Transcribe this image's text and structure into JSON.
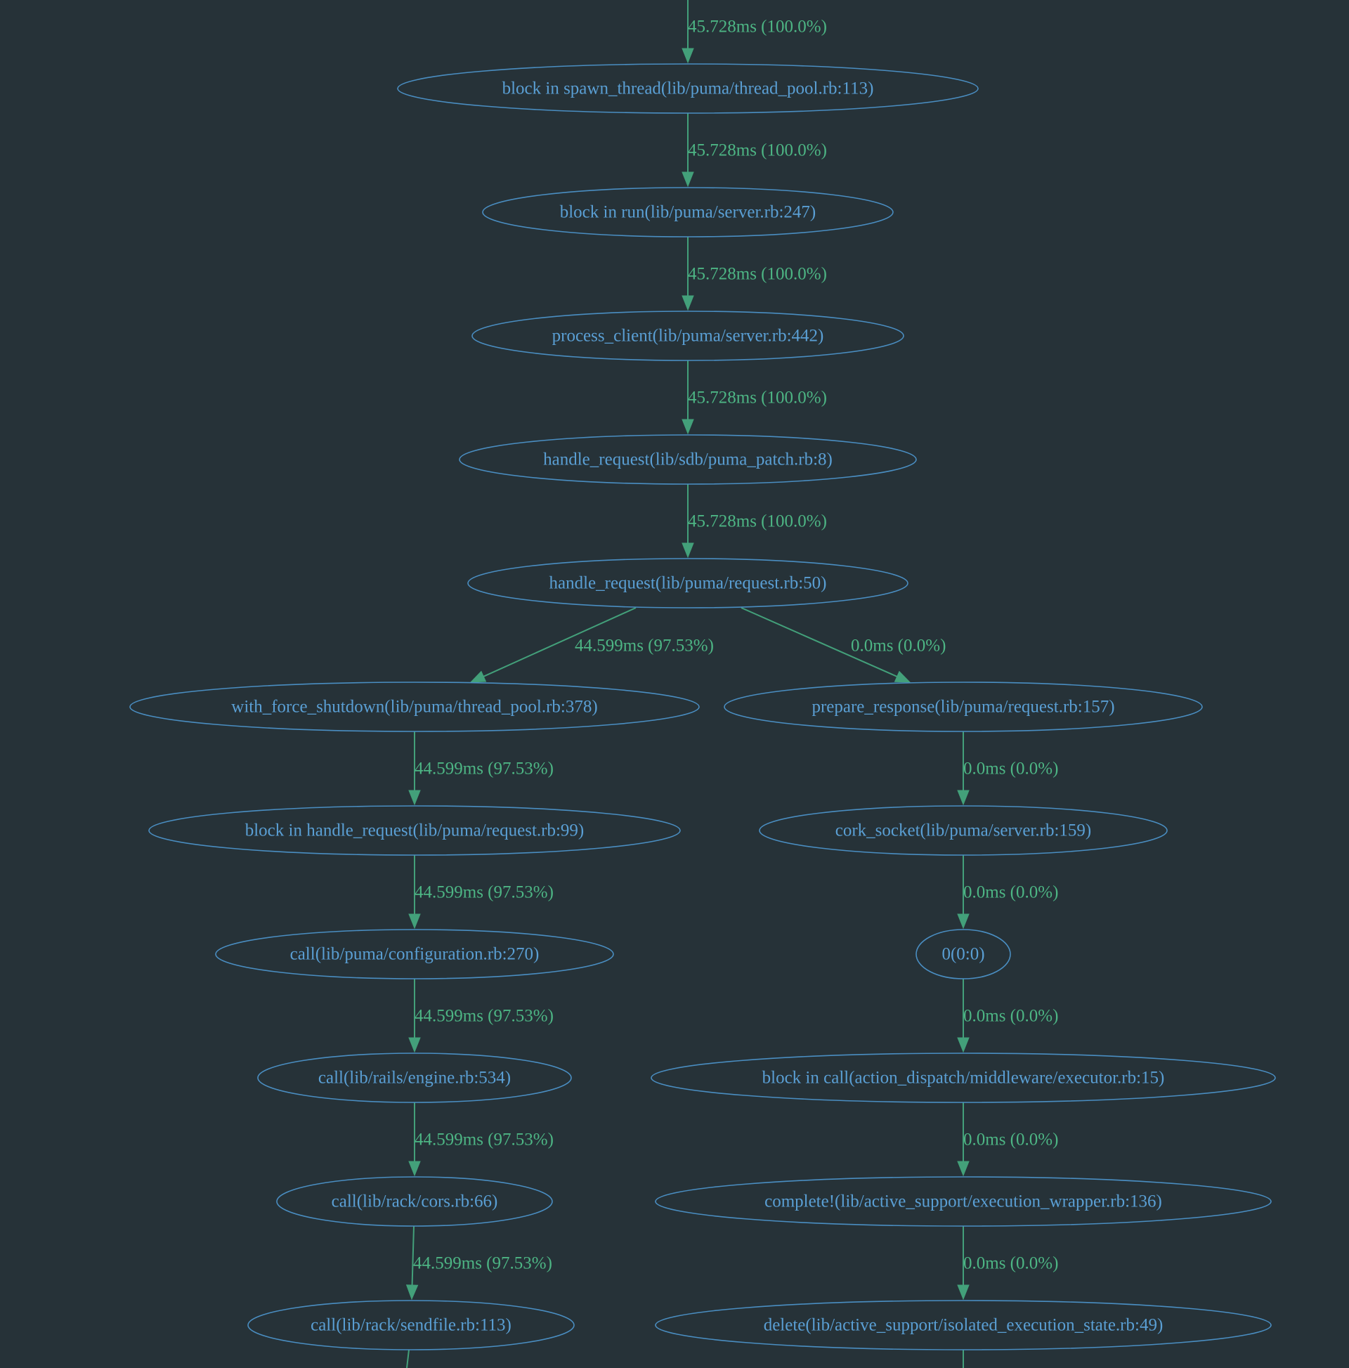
{
  "theme": {
    "background": "#263238",
    "node_color": "#4a8ec2",
    "edge_color": "#43a07a"
  },
  "nodes": [
    {
      "id": "n1",
      "label": "block in spawn_thread(lib/puma/thread_pool.rb:113)"
    },
    {
      "id": "n2",
      "label": "block in run(lib/puma/server.rb:247)"
    },
    {
      "id": "n3",
      "label": "process_client(lib/puma/server.rb:442)"
    },
    {
      "id": "n4",
      "label": "handle_request(lib/sdb/puma_patch.rb:8)"
    },
    {
      "id": "n5",
      "label": "handle_request(lib/puma/request.rb:50)"
    },
    {
      "id": "n6",
      "label": "with_force_shutdown(lib/puma/thread_pool.rb:378)"
    },
    {
      "id": "n7",
      "label": "prepare_response(lib/puma/request.rb:157)"
    },
    {
      "id": "n8",
      "label": "block in handle_request(lib/puma/request.rb:99)"
    },
    {
      "id": "n9",
      "label": "cork_socket(lib/puma/server.rb:159)"
    },
    {
      "id": "n10",
      "label": "call(lib/puma/configuration.rb:270)"
    },
    {
      "id": "n11",
      "label": "0(0:0)"
    },
    {
      "id": "n12",
      "label": "call(lib/rails/engine.rb:534)"
    },
    {
      "id": "n13",
      "label": "block in call(action_dispatch/middleware/executor.rb:15)"
    },
    {
      "id": "n14",
      "label": "call(lib/rack/cors.rb:66)"
    },
    {
      "id": "n15",
      "label": "complete!(lib/active_support/execution_wrapper.rb:136)"
    },
    {
      "id": "n16",
      "label": "call(lib/rack/sendfile.rb:113)"
    },
    {
      "id": "n17",
      "label": "delete(lib/active_support/isolated_execution_state.rb:49)"
    }
  ],
  "edges": [
    {
      "id": "e0",
      "from": null,
      "to": "n1",
      "label": "45.728ms (100.0%)"
    },
    {
      "id": "e1",
      "from": "n1",
      "to": "n2",
      "label": "45.728ms (100.0%)"
    },
    {
      "id": "e2",
      "from": "n2",
      "to": "n3",
      "label": "45.728ms (100.0%)"
    },
    {
      "id": "e3",
      "from": "n3",
      "to": "n4",
      "label": "45.728ms (100.0%)"
    },
    {
      "id": "e4",
      "from": "n4",
      "to": "n5",
      "label": "45.728ms (100.0%)"
    },
    {
      "id": "e5",
      "from": "n5",
      "to": "n6",
      "label": "44.599ms (97.53%)"
    },
    {
      "id": "e6",
      "from": "n5",
      "to": "n7",
      "label": "0.0ms (0.0%)"
    },
    {
      "id": "e7",
      "from": "n6",
      "to": "n8",
      "label": "44.599ms (97.53%)"
    },
    {
      "id": "e8",
      "from": "n7",
      "to": "n9",
      "label": "0.0ms (0.0%)"
    },
    {
      "id": "e9",
      "from": "n8",
      "to": "n10",
      "label": "44.599ms (97.53%)"
    },
    {
      "id": "e10",
      "from": "n9",
      "to": "n11",
      "label": "0.0ms (0.0%)"
    },
    {
      "id": "e11",
      "from": "n10",
      "to": "n12",
      "label": "44.599ms (97.53%)"
    },
    {
      "id": "e12",
      "from": "n11",
      "to": "n13",
      "label": "0.0ms (0.0%)"
    },
    {
      "id": "e13",
      "from": "n12",
      "to": "n14",
      "label": "44.599ms (97.53%)"
    },
    {
      "id": "e14",
      "from": "n13",
      "to": "n15",
      "label": "0.0ms (0.0%)"
    },
    {
      "id": "e15",
      "from": "n14",
      "to": "n16",
      "label": "44.599ms (97.53%)"
    },
    {
      "id": "e16",
      "from": "n15",
      "to": "n17",
      "label": "0.0ms (0.0%)"
    },
    {
      "id": "e17",
      "from": "n16",
      "to": null
    },
    {
      "id": "e18",
      "from": "n17",
      "to": null
    }
  ]
}
